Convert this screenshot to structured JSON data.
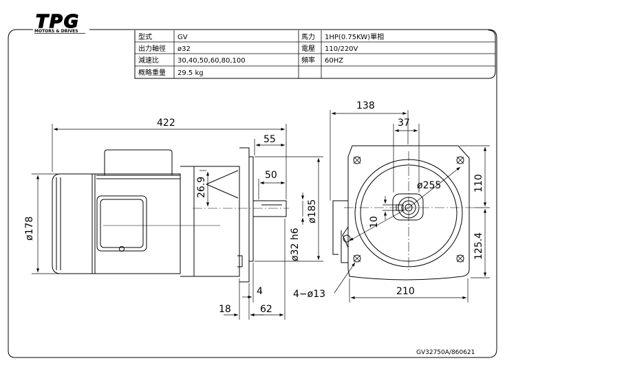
{
  "brand": {
    "logo_text": "TPG",
    "tagline": "MOTORS & DRIVES"
  },
  "spec_table": {
    "rows": [
      {
        "label": "型式",
        "value": "GV",
        "label2": "馬力",
        "value2": "1HP(0.75KW)單相"
      },
      {
        "label": "出力軸徑",
        "value": "ø32",
        "label2": "電壓",
        "value2": "110/220V"
      },
      {
        "label": "減速比",
        "value": "30,40,50,60,80,100",
        "label2": "頻率",
        "value2": "60HZ"
      },
      {
        "label": "概略重量",
        "value": "29.5 kg",
        "label2": "",
        "value2": ""
      }
    ]
  },
  "dimensions": {
    "overall_length": "422",
    "flange_to_shaft_end": "55",
    "shaft_length": "50",
    "motor_diameter": "ø178",
    "key_offset": "26.9",
    "shaft_diameter": "ø32 h6",
    "flange_face": "ø185",
    "flange_thickness": "18",
    "spigot_depth": "4",
    "rear_length": "62",
    "bolt_half_width": "138",
    "center_offset": "37",
    "pcd": "ø255",
    "key_width": "10",
    "upper_height": "110",
    "lower_height": "125.4",
    "square_width": "210",
    "holes": "4−ø13"
  },
  "drawing_number": "GV32750A/860621",
  "colors": {
    "line": "#000000",
    "background": "#ffffff"
  }
}
